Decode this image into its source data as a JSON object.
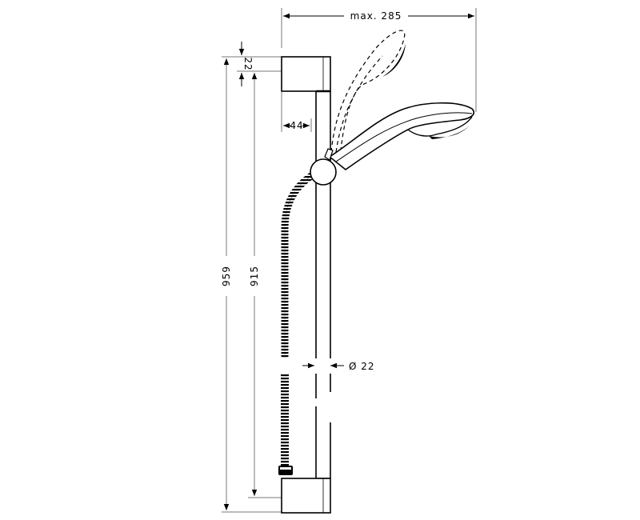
{
  "drawing": {
    "title": "Shower rail set technical drawing",
    "units": "mm",
    "dimensions": {
      "max_reach": {
        "label": "max. 285",
        "value": 285
      },
      "top_bracket_height": {
        "label": "22",
        "value": 22
      },
      "wall_offset": {
        "label": "44",
        "value": 44
      },
      "overall_height": {
        "label": "959",
        "value": 959
      },
      "rail_length": {
        "label": "915",
        "value": 915
      },
      "rail_diameter": {
        "label": "Ø 22",
        "symbol": "Ø",
        "value": 22
      }
    },
    "components": [
      "wall-bracket-top",
      "wall-bracket-bottom",
      "shower-rail",
      "slider-holder",
      "hand-shower",
      "hand-shower-tilted-dashed",
      "shower-hose",
      "hose-nut"
    ],
    "colors": {
      "line": "#000000",
      "dimension_line": "#777777",
      "background": "#ffffff"
    }
  }
}
